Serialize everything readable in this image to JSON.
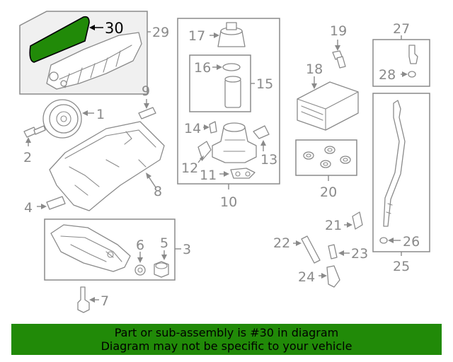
{
  "callouts": {
    "c1": "1",
    "c2": "2",
    "c3": "3",
    "c4": "4",
    "c5": "5",
    "c6": "6",
    "c7": "7",
    "c8": "8",
    "c9": "9",
    "c10": "10",
    "c11": "11",
    "c12": "12",
    "c13": "13",
    "c14": "14",
    "c15": "15",
    "c16": "16",
    "c17": "17",
    "c18": "18",
    "c19": "19",
    "c20": "20",
    "c21": "21",
    "c22": "22",
    "c23": "23",
    "c24": "24",
    "c25": "25",
    "c26": "26",
    "c27": "27",
    "c28": "28",
    "c29": "29",
    "c30": "30"
  },
  "highlight": {
    "part_number": "30",
    "color": "#218a08"
  },
  "banner": {
    "line1": "Part or sub-assembly is #30 in diagram",
    "line2": "Diagram may not be specific to your vehicle",
    "background": "#218a08"
  },
  "colors": {
    "line": "#8a8a8a",
    "panel": "#f0f0f0",
    "highlight": "#218a08"
  }
}
